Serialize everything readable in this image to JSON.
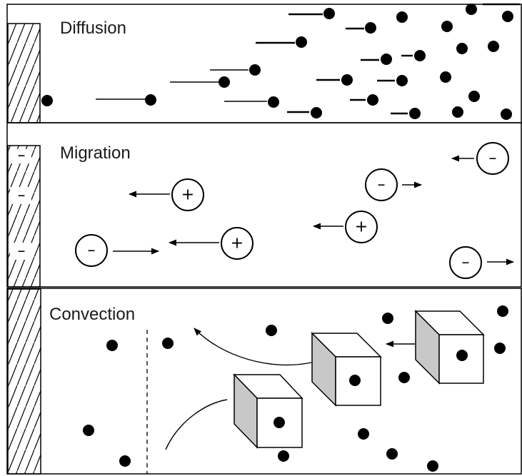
{
  "panels": {
    "diffusion": {
      "title": "Diffusion"
    },
    "migration": {
      "title": "Migration",
      "electrode_charge": "–",
      "ions": {
        "cation_sign": "+",
        "anion_sign": "–"
      }
    },
    "convection": {
      "title": "Convection"
    }
  },
  "colors": {
    "stroke": "#000000",
    "fill": "#000000",
    "cube_shade": "#c8c8c8",
    "background": "#ffffff"
  }
}
